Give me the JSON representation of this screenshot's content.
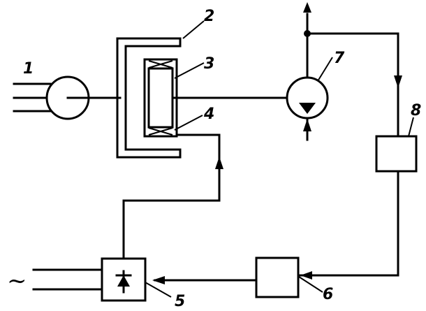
{
  "labels": {
    "gen": "1",
    "casing": "2",
    "rotor": "3",
    "winding": "4",
    "rectifier": "5",
    "regulator": "6",
    "pump": "7",
    "sensor": "8"
  },
  "ac_symbol": "~"
}
